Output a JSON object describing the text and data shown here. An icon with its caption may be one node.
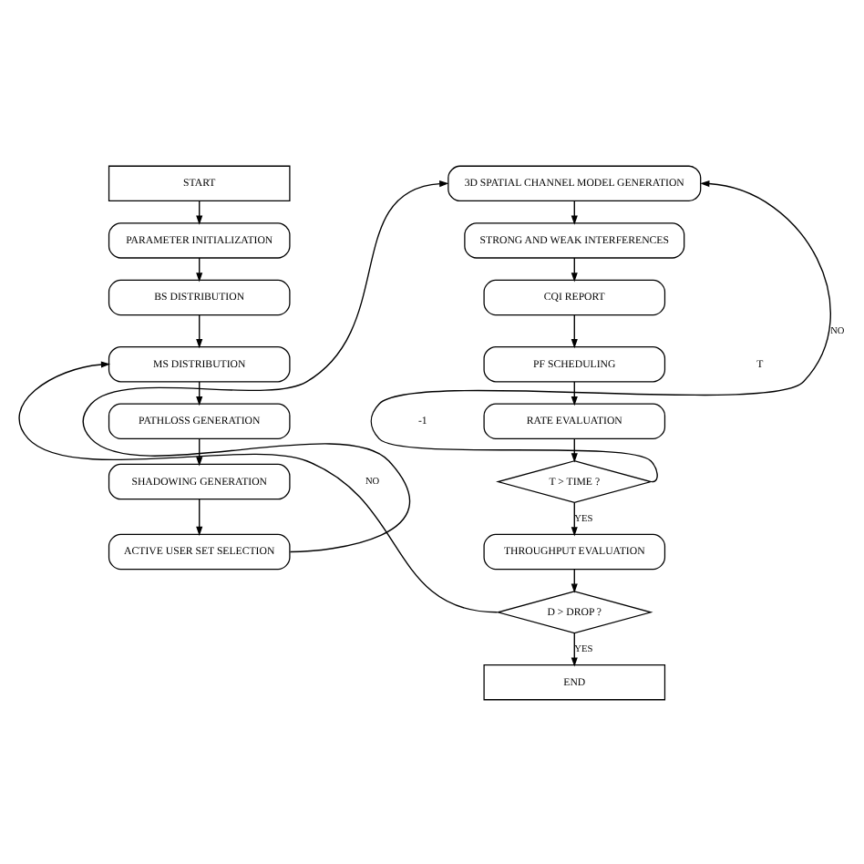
{
  "diagram": {
    "nodes": [
      {
        "text": [
          "START"
        ]
      },
      {
        "text": [
          "PARAMETER INITIALIZATION"
        ]
      },
      {
        "text": [
          "BS DISTRIBUTION"
        ]
      },
      {
        "text": [
          "MS DISTRIBUTION"
        ]
      },
      {
        "text": [
          "PATHLOSS GENERATION"
        ]
      },
      {
        "text": [
          "SHADOWING GENERATION"
        ]
      },
      {
        "text": [
          "ACTIVE USER SET SELECTION"
        ]
      },
      {
        "text": [
          "3D SPATIAL CHANNEL MODEL GENERATION"
        ]
      },
      {
        "text": [
          "STRONG AND WEAK INTERFERENCES"
        ]
      },
      {
        "text": [
          "CQI REPORT"
        ]
      },
      {
        "text": [
          "PF SCHEDULING"
        ]
      },
      {
        "text": [
          "RATE EVALUATION"
        ]
      },
      {
        "text": [
          "T > TIME ?"
        ]
      },
      {
        "text": [
          "THROUGHPUT EVALUATION"
        ]
      },
      {
        "text": [
          "D > DROP ?"
        ]
      },
      {
        "text": [
          "END"
        ]
      }
    ],
    "edges": [
      {
        "from": 0,
        "to": 1,
        "arrow": "to"
      },
      {
        "from": 1,
        "to": 2,
        "arrow": "to"
      },
      {
        "from": 2,
        "to": 3,
        "arrow": "to"
      },
      {
        "from": 3,
        "to": 4,
        "arrow": "to"
      },
      {
        "from": 4,
        "to": 5,
        "arrow": "to"
      },
      {
        "from": 5,
        "to": 6,
        "arrow": "to"
      },
      {
        "from": 6,
        "to": 7,
        "arrow": "to"
      },
      {
        "from": 7,
        "to": 8,
        "arrow": "to"
      },
      {
        "from": 8,
        "to": 9,
        "arrow": "to"
      },
      {
        "from": 9,
        "to": 10,
        "arrow": "to"
      },
      {
        "from": 10,
        "to": 11,
        "arrow": "to"
      },
      {
        "from": 11,
        "to": 12,
        "arrow": "to"
      },
      {
        "from": 12,
        "to": 13,
        "label": "YES",
        "arrow": "to"
      },
      {
        "from": 12,
        "to": 7,
        "label": "NO",
        "arrow": "to"
      },
      {
        "from": 13,
        "to": 14,
        "arrow": "to"
      },
      {
        "from": 14,
        "to": 15,
        "label": "YES",
        "arrow": "to"
      },
      {
        "from": 14,
        "to": 3,
        "label": "NO",
        "arrow": "to"
      }
    ],
    "labels": [
      "-1",
      "T"
    ]
  }
}
